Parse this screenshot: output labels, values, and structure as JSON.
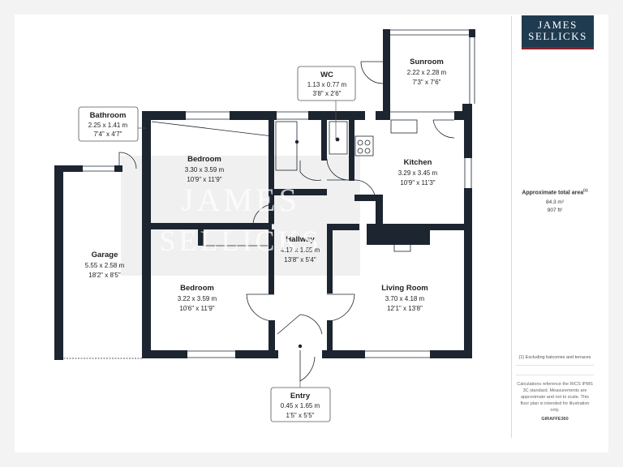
{
  "brand": {
    "line1": "JAMES",
    "line2": "SELLICKS"
  },
  "watermark": {
    "line1": "JAMES",
    "line2": "SELLICKS"
  },
  "rooms": [
    {
      "key": "sunroom",
      "name": "Sunroom",
      "metric": "2.22 x 2.28 m",
      "imperial": "7'3\" x 7'6\""
    },
    {
      "key": "wc",
      "name": "WC",
      "metric": "1.13 x 0.77 m",
      "imperial": "3'8\" x 2'6\""
    },
    {
      "key": "bathroom",
      "name": "Bathroom",
      "metric": "2.25 x 1.41 m",
      "imperial": "7'4\" x 4'7\""
    },
    {
      "key": "bedroom1",
      "name": "Bedroom",
      "metric": "3.30 x 3.59 m",
      "imperial": "10'9\" x 11'9\""
    },
    {
      "key": "kitchen",
      "name": "Kitchen",
      "metric": "3.29 x 3.45 m",
      "imperial": "10'9\" x 11'3\""
    },
    {
      "key": "garage",
      "name": "Garage",
      "metric": "5.55 x 2.58 m",
      "imperial": "18'2\" x 8'5\""
    },
    {
      "key": "hallway",
      "name": "Hallway",
      "metric": "4.17 x 1.65 m",
      "imperial": "13'8\" x 5'4\""
    },
    {
      "key": "bedroom2",
      "name": "Bedroom",
      "metric": "3.22 x 3.59 m",
      "imperial": "10'6\" x 11'9\""
    },
    {
      "key": "living",
      "name": "Living Room",
      "metric": "3.70 x 4.18 m",
      "imperial": "12'1\" x 13'8\""
    },
    {
      "key": "entry",
      "name": "Entry",
      "metric": "0.45 x 1.65 m",
      "imperial": "1'5\" x 5'5\""
    }
  ],
  "area": {
    "title": "Approximate total area",
    "title_sup": "(1)",
    "metric": "84.3 m²",
    "imperial": "907 ft²"
  },
  "footnote": "(1) Excluding balconies and terraces",
  "calc_note": [
    "Calculations reference the RICS IPMS",
    "3C standard. Measurements are",
    "approximate and not to scale. This",
    "floor plan is intended for illustration",
    "only."
  ],
  "credit": "GIRAFFE360",
  "colors": {
    "wall": "#1c2530",
    "brand": "#1f3b50",
    "brand_accent": "#8b1f2b",
    "callout": "#555555"
  }
}
